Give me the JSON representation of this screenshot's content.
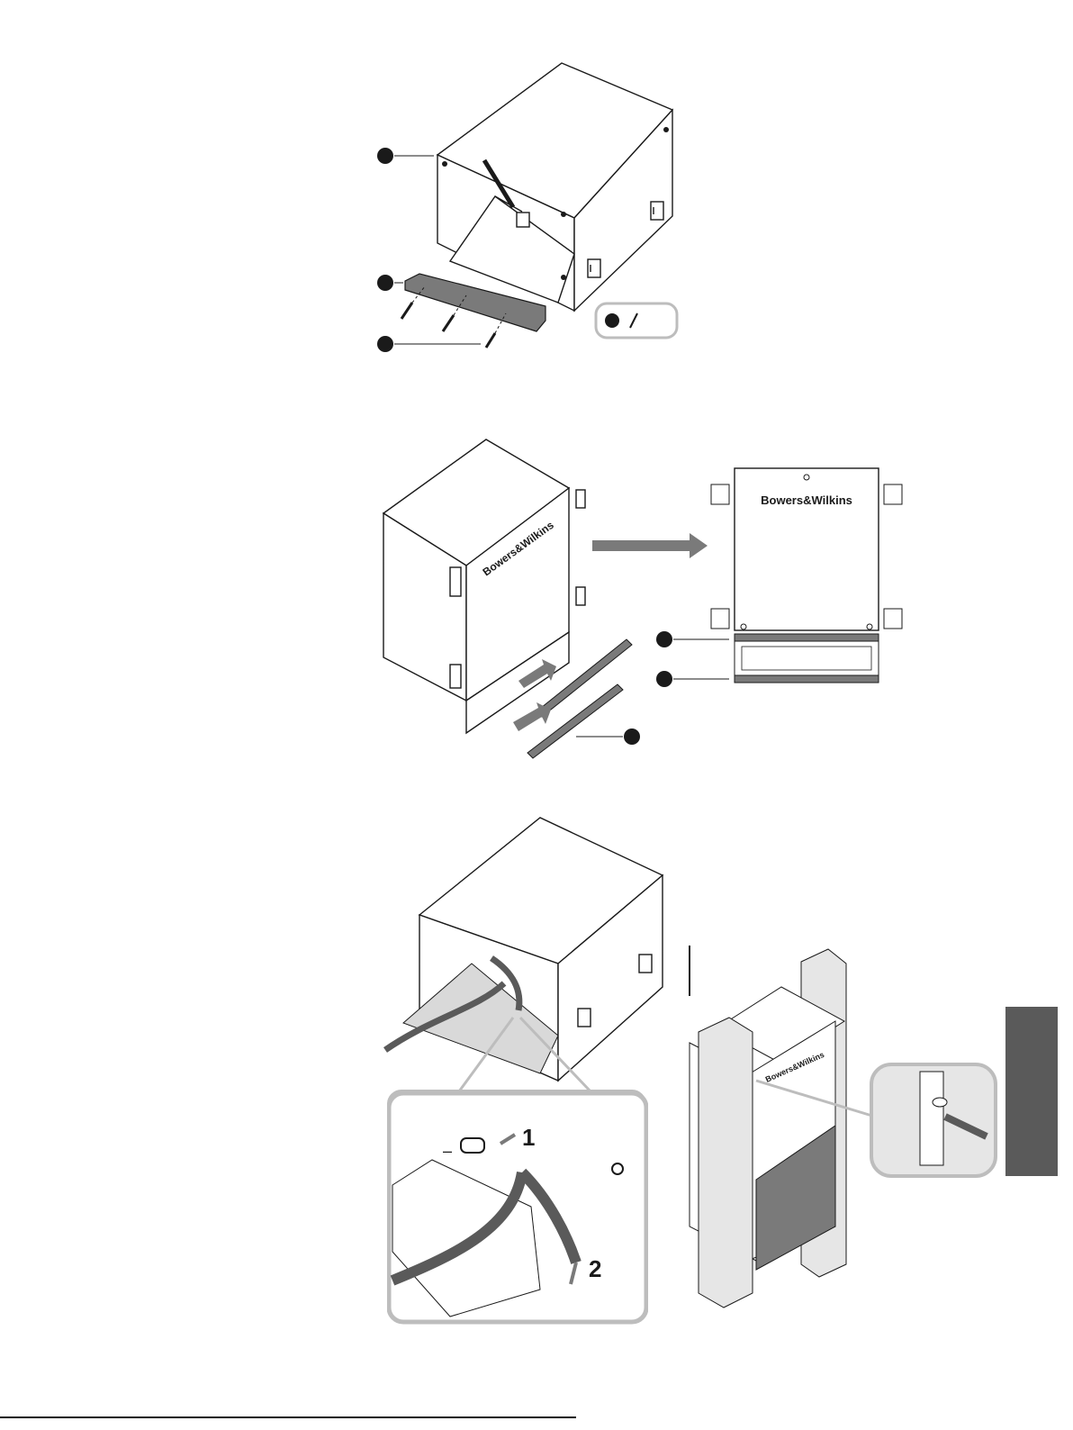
{
  "brand": {
    "logo_text": "Bowers&Wilkins"
  },
  "figure_install": {
    "step_numbers": [
      "1",
      "2"
    ],
    "polarity": "–"
  },
  "footer": {
    "text": ""
  },
  "colors": {
    "line": "#1a1a1a",
    "panel_gray": "#7a7a7a",
    "light_gray": "#d9d9d9",
    "callout_border": "#bdbdbd",
    "tab_gray": "#5a5a5a"
  }
}
